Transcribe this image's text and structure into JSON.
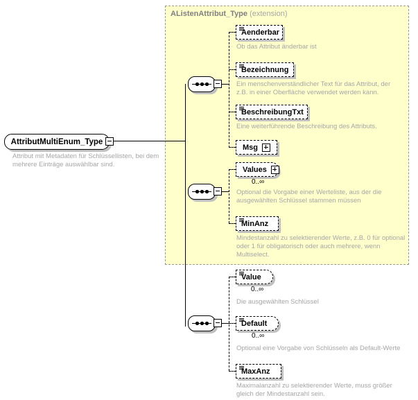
{
  "diagram": {
    "kind": "xsd-schema-diagram",
    "root": {
      "name": "AttributMultiEnum_Type",
      "documentation": "Attribut mit Metadaten für Schlüssellisten, bei dem mehrere Einträge auswählbar sind.",
      "toggle": "minus"
    },
    "extension_group": {
      "base_type": "AListenAttribut_Type",
      "kind_label": "(extension)"
    },
    "sequences": [
      {
        "id": "seq-inherited-1",
        "toggle": "minus"
      },
      {
        "id": "seq-inherited-2",
        "toggle": "minus"
      },
      {
        "id": "seq-own",
        "toggle": "minus"
      }
    ],
    "elements": [
      {
        "name": "Aenderbar",
        "cardinality": "",
        "documentation": "Ob das Attribut änderbar ist",
        "expandable": false,
        "repeating": false,
        "inherited": true
      },
      {
        "name": "Bezeichnung",
        "cardinality": "",
        "documentation": "Ein menschenverständlicher Text für das Attribut, der z.B. in einer Oberfläche verwendet werden kann.",
        "expandable": false,
        "repeating": false,
        "inherited": true
      },
      {
        "name": "BeschreibungTxt",
        "cardinality": "",
        "documentation": "Eine weiterführende Beschreibung des Attributs.",
        "expandable": false,
        "repeating": false,
        "inherited": true
      },
      {
        "name": "Msg",
        "cardinality": "",
        "documentation": "",
        "expandable": true,
        "repeating": false,
        "inherited": true
      },
      {
        "name": "Values",
        "cardinality": "0..∞",
        "documentation": "Optional die Vorgabe einer Werteliste, aus der die ausgewählten Schlüssel stammen müssen",
        "expandable": true,
        "repeating": true,
        "inherited": true
      },
      {
        "name": "MinAnz",
        "cardinality": "",
        "documentation": "Mindestanzahl zu selektierender Werte, z.B. 0 für optional oder 1 für obligatorisch oder auch mehrere, wenn Multiselect.",
        "expandable": false,
        "repeating": false,
        "inherited": true
      },
      {
        "name": "Value",
        "cardinality": "0..∞",
        "documentation": "Die ausgewählten Schlüssel",
        "expandable": false,
        "repeating": true,
        "inherited": false
      },
      {
        "name": "Default",
        "cardinality": "0..∞",
        "documentation": "Optional eine Vorgabe von Schlüsseln als Default-Werte",
        "expandable": false,
        "repeating": true,
        "inherited": false
      },
      {
        "name": "MaxAnz",
        "cardinality": "",
        "documentation": "Maximalanzahl zu selektierender Werte, muss größer gleich der Mindestanzahl sein.",
        "expandable": false,
        "repeating": false,
        "inherited": false
      }
    ],
    "colors": {
      "extension_background": "#ffffcc",
      "extension_border": "#999999",
      "documentation_text": "#a6a6a6",
      "line": "#000000",
      "box_fill": "#ffffff",
      "shadow": "#c0c0c0"
    }
  }
}
